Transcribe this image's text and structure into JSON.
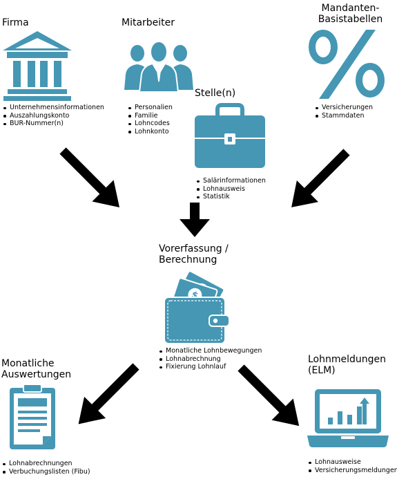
{
  "nodes": {
    "firma": {
      "title": [
        "Firma"
      ],
      "items": [
        "Unternehmensinformationen",
        "Auszahlungskonto",
        "BUR-Nummer(n)"
      ]
    },
    "mitarbeiter": {
      "title": [
        "Mitarbeiter"
      ],
      "items": [
        "Personalien",
        "Familie",
        "Lohncodes",
        "Lohnkonto"
      ]
    },
    "mandanten": {
      "title": [
        "Mandanten-",
        "Basistabellen"
      ],
      "items": [
        "Versicherungen",
        "Stammdaten"
      ]
    },
    "stelle": {
      "title": [
        "Stelle(n)"
      ],
      "items": [
        "Salärinformationen",
        "Lohnausweis",
        "Statistik"
      ]
    },
    "vorerfassung": {
      "title": [
        "Vorerfassung /",
        "Berechnung"
      ],
      "items": [
        "Monatliche Lohnbewegungen",
        "Lohnabrechnung",
        "Fixierung Lohnlauf"
      ]
    },
    "auswertungen": {
      "title": [
        "Monatliche",
        "Auswertungen"
      ],
      "items": [
        "Lohnabrechnungen",
        "Verbuchungslisten (Fibu)"
      ]
    },
    "lohnmeldungen": {
      "title": [
        "Lohnmeldungen",
        "(ELM)"
      ],
      "items": [
        "Lohnausweise",
        "Versicherungsmeldungen"
      ]
    }
  },
  "icons": {
    "firma": "bank-building-icon",
    "mitarbeiter": "employees-group-icon",
    "mandanten": "percent-icon",
    "stelle": "briefcase-icon",
    "vorerfassung": "wallet-with-banknotes-icon",
    "auswertungen": "clipboard-report-icon",
    "lohnmeldungen": "laptop-bar-chart-icon"
  },
  "colors": {
    "icon": "#4597b4",
    "arrow": "#000000"
  }
}
